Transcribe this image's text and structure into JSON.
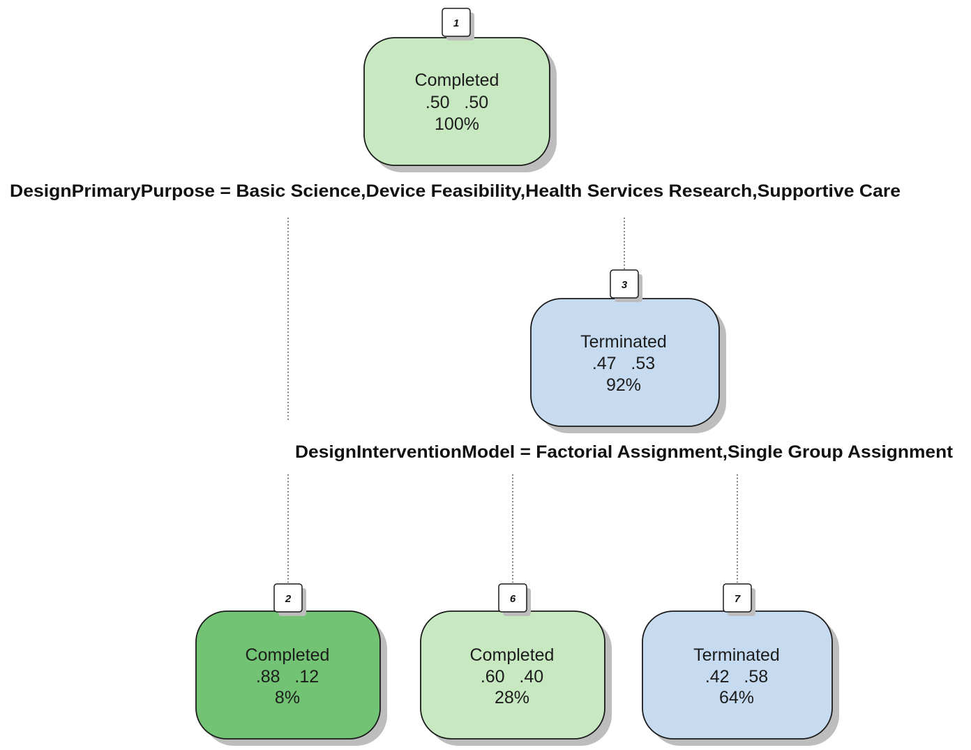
{
  "tree": {
    "nodes": [
      {
        "id": "1",
        "label": "Completed",
        "probs": ".50   .50",
        "pct": "100%",
        "fill": "#c7e8c0"
      },
      {
        "id": "3",
        "label": "Terminated",
        "probs": ".47   .53",
        "pct": "92%",
        "fill": "#c6daf0"
      },
      {
        "id": "2",
        "label": "Completed",
        "probs": ".88   .12",
        "pct": "8%",
        "fill": "#72c474"
      },
      {
        "id": "6",
        "label": "Completed",
        "probs": ".60   .40",
        "pct": "28%",
        "fill": "#c7e8c0"
      },
      {
        "id": "7",
        "label": "Terminated",
        "probs": ".42   .58",
        "pct": "64%",
        "fill": "#c6daf0"
      }
    ],
    "splits": [
      {
        "text": "DesignPrimaryPurpose = Basic Science,Device Feasibility,Health Services Research,Supportive Care"
      },
      {
        "text": "DesignInterventionModel = Factorial Assignment,Single Group Assignment"
      }
    ]
  },
  "colors": {
    "completed_light": "#c7e8c0",
    "completed_dark": "#72c474",
    "terminated": "#c6daf0",
    "border": "#1a1a1a",
    "shadow": "#bdbdbd"
  }
}
